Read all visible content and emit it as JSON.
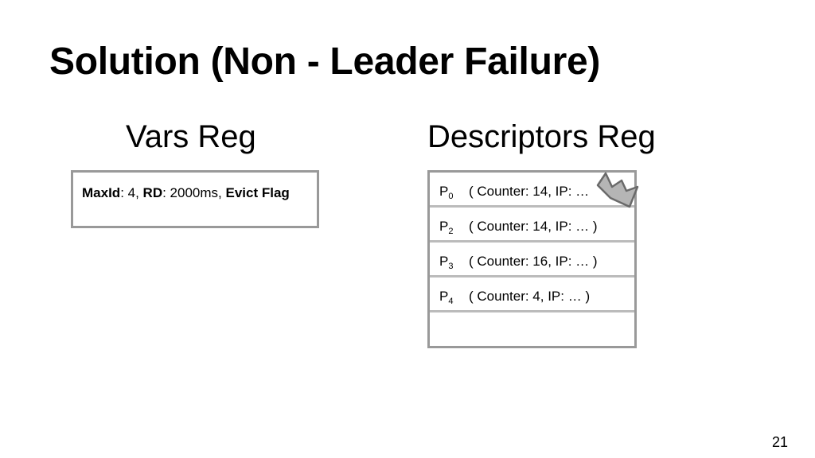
{
  "slide": {
    "title": "Solution (Non - Leader Failure)",
    "page_number": "21"
  },
  "vars_reg": {
    "heading": "Vars Reg",
    "maxid_label": "MaxId",
    "maxid_value": ": 4, ",
    "rd_label": "RD",
    "rd_value": ": 2000ms, ",
    "evict_label": "Evict Flag"
  },
  "descriptors_reg": {
    "heading": "Descriptors Reg",
    "rows": [
      {
        "proc": "P",
        "sub": "0",
        "info": "( Counter: 14, IP: …"
      },
      {
        "proc": "P",
        "sub": "2",
        "info": "( Counter: 14, IP: … )"
      },
      {
        "proc": "P",
        "sub": "3",
        "info": "( Counter: 16, IP: … )"
      },
      {
        "proc": "P",
        "sub": "4",
        "info": "( Counter: 4, IP: … )"
      },
      {
        "proc": "",
        "sub": "",
        "info": ""
      }
    ]
  },
  "colors": {
    "border": "#999999",
    "crown_fill": "#b5b5b5",
    "crown_stroke": "#6a6a6a"
  },
  "icons": [
    "crown-icon"
  ]
}
